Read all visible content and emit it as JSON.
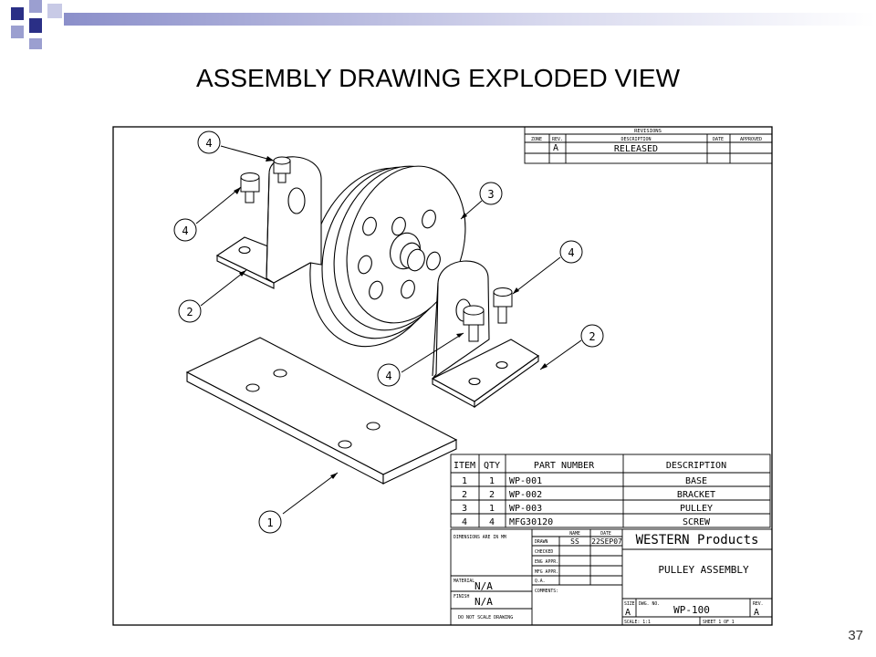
{
  "slide": {
    "title": "ASSEMBLY DRAWING EXPLODED VIEW",
    "page_number": "37"
  },
  "revisions": {
    "heading": "REVISIONS",
    "columns": [
      "ZONE",
      "REV.",
      "DESCRIPTION",
      "DATE",
      "APPROVED"
    ],
    "rows": [
      {
        "rev": "A",
        "description": "RELEASED"
      }
    ]
  },
  "balloons": [
    "4",
    "4",
    "2",
    "3",
    "4",
    "2",
    "4",
    "1"
  ],
  "bom": {
    "headers": [
      "ITEM",
      "QTY",
      "PART NUMBER",
      "DESCRIPTION"
    ],
    "rows": [
      {
        "item": "1",
        "qty": "1",
        "part": "WP-001",
        "desc": "BASE"
      },
      {
        "item": "2",
        "qty": "2",
        "part": "WP-002",
        "desc": "BRACKET"
      },
      {
        "item": "3",
        "qty": "1",
        "part": "WP-003",
        "desc": "PULLEY"
      },
      {
        "item": "4",
        "qty": "4",
        "part": "MFG30120",
        "desc": "SCREW"
      }
    ]
  },
  "title_block": {
    "dimensions_note": "DIMENSIONS ARE IN MM",
    "name_label": "NAME",
    "date_label": "DATE",
    "drawn_label": "DRAWN",
    "drawn_name": "SS",
    "drawn_date": "22SEP07",
    "checked_label": "CHECKED",
    "eng_appr_label": "ENG APPR.",
    "mfg_appr_label": "MFG APPR.",
    "qa_label": "Q.A.",
    "comments_label": "COMMENTS:",
    "material_label": "MATERIAL",
    "material_value": "N/A",
    "finish_label": "FINISH",
    "finish_value": "N/A",
    "scale_note": "DO NOT SCALE DRAWING",
    "company": "WESTERN Products",
    "drawing_title": "PULLEY ASSEMBLY",
    "size_label": "SIZE",
    "size_value": "A",
    "dwg_no_label": "DWG. NO.",
    "dwg_no": "WP-100",
    "rev_label": "REV.",
    "rev_value": "A",
    "scale_label": "SCALE: 1:1",
    "sheet_label": "SHEET 1 OF 1"
  },
  "colors": {
    "deco_navy": "#2a2f86",
    "deco_lavender": "#9b9fd0",
    "deco_light": "#c8cae6",
    "line": "#000000"
  }
}
